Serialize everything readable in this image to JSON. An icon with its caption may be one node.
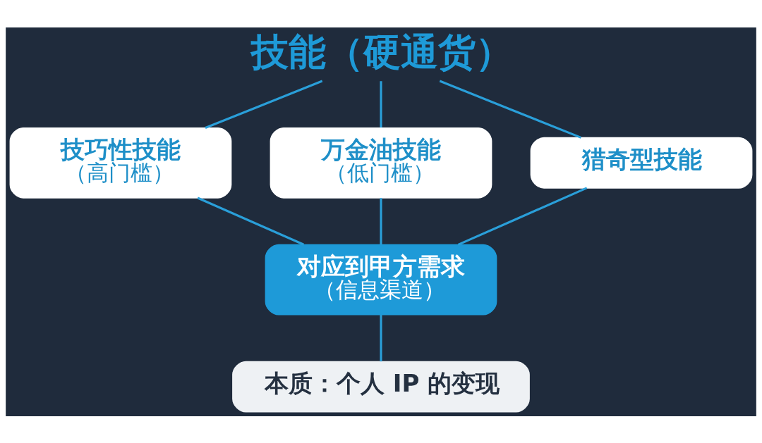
{
  "diagram": {
    "nodes": [
      {
        "text": [
          "技能（硬通货）"
        ]
      },
      {
        "text": [
          "技巧性技能",
          "（高门槛）"
        ]
      },
      {
        "text": [
          "万金油技能",
          "（低门槛）"
        ]
      },
      {
        "text": [
          "猎奇型技能"
        ]
      },
      {
        "text": [
          "对应到甲方需求",
          "（信息渠道）"
        ]
      },
      {
        "text": [
          "本质：个人 IP 的变现"
        ]
      }
    ],
    "edges": [
      {
        "from": 0,
        "to": 1,
        "arrow": "none"
      },
      {
        "from": 0,
        "to": 2,
        "arrow": "none"
      },
      {
        "from": 0,
        "to": 3,
        "arrow": "none"
      },
      {
        "from": 1,
        "to": 4,
        "arrow": "none"
      },
      {
        "from": 2,
        "to": 4,
        "arrow": "none"
      },
      {
        "from": 3,
        "to": 4,
        "arrow": "none"
      },
      {
        "from": 4,
        "to": 5,
        "arrow": "none"
      }
    ]
  }
}
